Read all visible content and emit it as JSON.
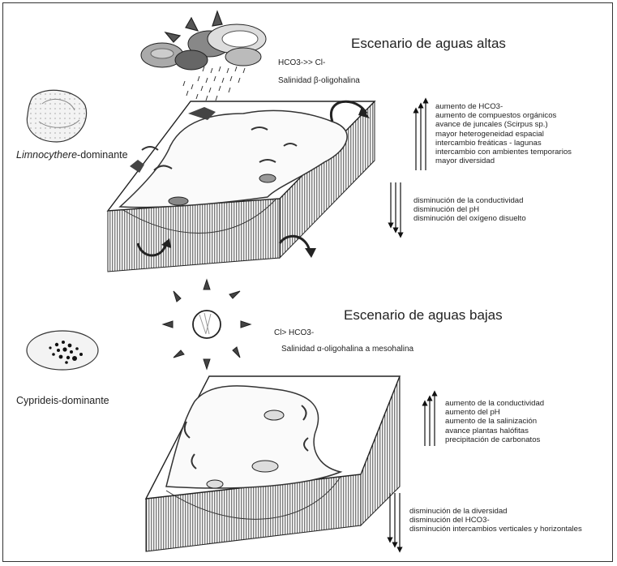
{
  "high": {
    "title": "Escenario de aguas altas",
    "ion_relation": "HCO3->> Cl-",
    "salinity": "Salinidad β-oligohalina",
    "ostracod_label_italic": "Limnocythere",
    "ostracod_label_rest": "-dominante",
    "increase_list": [
      "aumento de HCO3-",
      "aumento de compuestos orgánicos",
      "avance de juncales (Scirpus sp.)",
      "mayor heterogeneidad espacial",
      "intercambio freáticas - lagunas",
      "intercambio con ambientes temporarios",
      "mayor diversidad"
    ],
    "decrease_list": [
      "disminución de la conductividad",
      "disminución del pH",
      "disminución del oxígeno disuelto"
    ]
  },
  "low": {
    "title": "Escenario de aguas bajas",
    "ion_relation": "Cl> HCO3-",
    "salinity": "Salinidad α-oligohalina a mesohalina",
    "ostracod_label": "Cyprideis-dominante",
    "increase_list": [
      "aumento de la conductividad",
      "aumento del pH",
      "aumento de la salinización",
      "avance plantas halófitas",
      "precipitación de carbonatos"
    ],
    "decrease_list": [
      "disminución de la diversidad",
      "disminución del HCO3-",
      "disminución intercambios verticales y horizontales"
    ]
  }
}
